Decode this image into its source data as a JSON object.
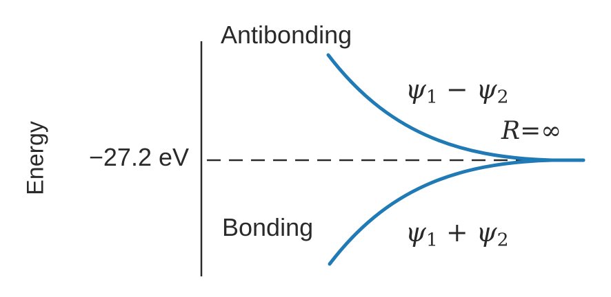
{
  "y_axis_label": "Energy",
  "reference_level": "−27.2 eV",
  "upper_curve": {
    "label": "Antibonding",
    "expression": {
      "psi": "ψ",
      "sub1": "1",
      "operator": "−",
      "sub2": "2"
    }
  },
  "lower_curve": {
    "label": "Bonding",
    "expression": {
      "psi": "ψ",
      "sub1": "1",
      "operator": "+",
      "sub2": "2"
    }
  },
  "limit_label": {
    "variable": "R",
    "relation": "=",
    "value": "∞"
  },
  "colors": {
    "curve": "#1f7ab5",
    "axis": "#2a2a2a",
    "text": "#2a2a2a"
  }
}
